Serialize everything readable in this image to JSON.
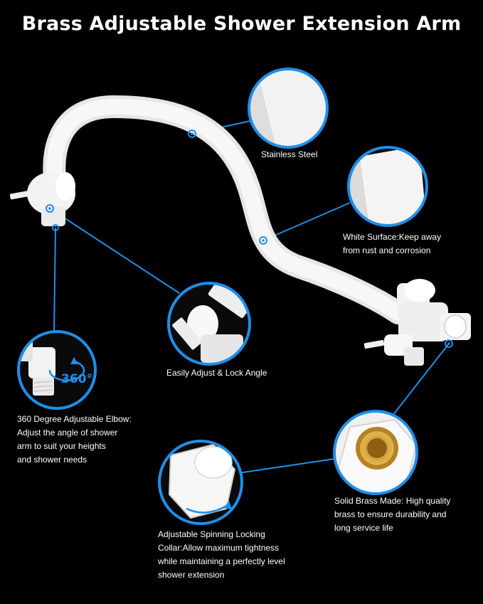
{
  "title": "Brass Adjustable Shower Extension Arm",
  "colors": {
    "background": "#000000",
    "accent_blue": "#1f8fe8",
    "arm_white": "#f2f2f2",
    "brass": "#c8962e"
  },
  "labels": {
    "stainless": "Stainless Steel",
    "white_surface": [
      "White Surface:Keep away",
      "from rust and corrosion"
    ],
    "lock_angle": "Easily Adjust & Lock Angle",
    "elbow": [
      "360 Degree Adjustable Elbow:",
      "Adjust the angle of shower",
      "arm to suit your heights",
      "and shower needs"
    ],
    "brass": [
      "Solid Brass Made: High quality",
      "brass to ensure durability and",
      "long service life"
    ],
    "collar": [
      "Adjustable Spinning Locking",
      "Collar:Allow maximum tightness",
      "while maintaining a perfectly level",
      "shower extension"
    ]
  },
  "badge_360": "360°"
}
